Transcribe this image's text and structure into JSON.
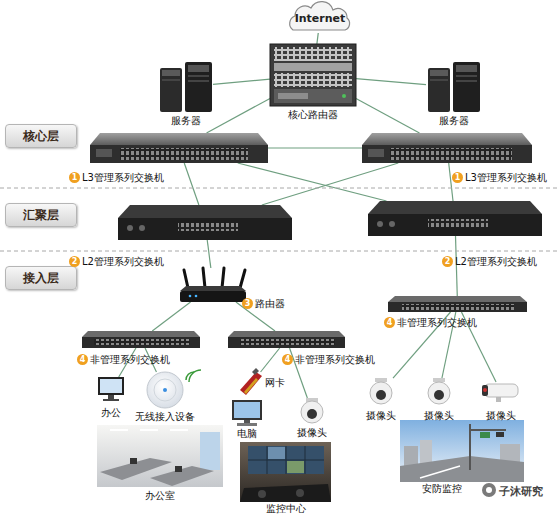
{
  "diagram": {
    "nodes": [
      {
        "text": [
          "Internet"
        ]
      },
      {
        "text": [
          "服务器"
        ]
      },
      {
        "text": [
          "核心路由器"
        ]
      },
      {
        "text": [
          "服务器"
        ]
      },
      {
        "text": [
          "核心层"
        ]
      },
      {
        "text": [
          "L3管理系列交换机"
        ]
      },
      {
        "text": [
          "L3管理系列交换机"
        ]
      },
      {
        "text": [
          "汇聚层"
        ]
      },
      {
        "text": [
          "L2管理系列交换机"
        ]
      },
      {
        "text": [
          "L2管理系列交换机"
        ]
      },
      {
        "text": [
          "接入层"
        ]
      },
      {
        "text": [
          "路由器"
        ]
      },
      {
        "text": [
          "非管理系列交换机"
        ]
      },
      {
        "text": [
          "非管理系列交换机"
        ]
      },
      {
        "text": [
          "非管理系列交换机"
        ]
      },
      {
        "text": [
          "办公"
        ]
      },
      {
        "text": [
          "无线接入设备"
        ]
      },
      {
        "text": [
          "网卡"
        ]
      },
      {
        "text": [
          "电脑"
        ]
      },
      {
        "text": [
          "摄像头"
        ]
      },
      {
        "text": [
          "摄像头"
        ]
      },
      {
        "text": [
          "摄像头"
        ]
      },
      {
        "text": [
          "摄像头"
        ]
      },
      {
        "text": [
          "办公室"
        ]
      },
      {
        "text": [
          "监控中心"
        ]
      },
      {
        "text": [
          "安防监控"
        ]
      }
    ],
    "edges": [
      {
        "from": 0,
        "to": 2,
        "arrow": "none"
      },
      {
        "from": 1,
        "to": 2,
        "arrow": "none"
      },
      {
        "from": 2,
        "to": 3,
        "arrow": "none"
      },
      {
        "from": 2,
        "to": 5,
        "arrow": "none"
      },
      {
        "from": 2,
        "to": 6,
        "arrow": "none"
      },
      {
        "from": 5,
        "to": 6,
        "arrow": "none"
      },
      {
        "from": 5,
        "to": 8,
        "arrow": "none"
      },
      {
        "from": 5,
        "to": 9,
        "arrow": "none"
      },
      {
        "from": 6,
        "to": 8,
        "arrow": "none"
      },
      {
        "from": 6,
        "to": 9,
        "arrow": "none"
      },
      {
        "from": 8,
        "to": 11,
        "arrow": "none"
      },
      {
        "from": 9,
        "to": 12,
        "arrow": "none"
      },
      {
        "from": 11,
        "to": 13,
        "arrow": "none"
      },
      {
        "from": 11,
        "to": 14,
        "arrow": "none"
      },
      {
        "from": 13,
        "to": 15,
        "arrow": "none"
      },
      {
        "from": 13,
        "to": 16,
        "arrow": "none"
      },
      {
        "from": 14,
        "to": 17,
        "arrow": "none"
      },
      {
        "from": 14,
        "to": 19,
        "arrow": "none"
      },
      {
        "from": 12,
        "to": 20,
        "arrow": "none"
      },
      {
        "from": 12,
        "to": 21,
        "arrow": "none"
      },
      {
        "from": 12,
        "to": 22,
        "arrow": "none"
      }
    ],
    "labels": [
      "1",
      "1",
      "2",
      "2",
      "3",
      "4",
      "4",
      "4",
      "子沐研究"
    ]
  }
}
